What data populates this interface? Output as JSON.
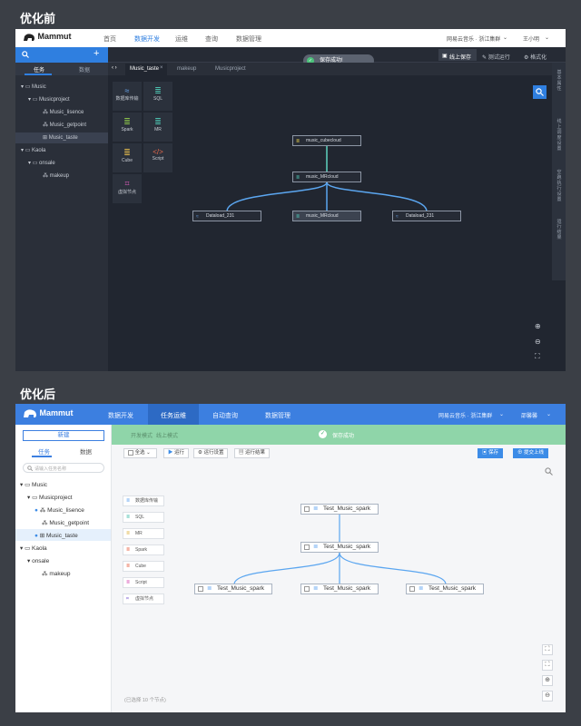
{
  "titles": {
    "before": "优化前",
    "after": "优化后"
  },
  "before": {
    "logo": "Mammut",
    "nav": [
      "首页",
      "数据开发",
      "运维",
      "查询",
      "数据管理"
    ],
    "cluster": "网易云音乐 · 浙江集群",
    "user": "王小明",
    "side_tabs": [
      "任务",
      "数据"
    ],
    "tree": [
      "Music",
      "Musicproject",
      "Music_lisence",
      "Music_getpoint",
      "Music_taste",
      "Kaola",
      "onsale",
      "makeup"
    ],
    "toast": "保存成功!",
    "toolbar": [
      "线上保存",
      "测试运行",
      "格式化"
    ],
    "tabs": [
      "Music_taste",
      "makeup",
      "Musicproject"
    ],
    "palette": [
      "数据库传输",
      "SQL",
      "Spark",
      "MR",
      "Cube",
      "Script",
      "虚拟节点"
    ],
    "nodes": [
      "music_cubecloud",
      "music_MRcloud",
      "Dataload_231",
      "music_MRcloud",
      "Dataload_231"
    ],
    "right_panel": [
      "基本属性",
      "线上调度设置",
      "空跑执行设置",
      "运行结果"
    ]
  },
  "after": {
    "logo": "Mammut",
    "nav": [
      "数据开发",
      "任务运维",
      "自动查询",
      "数据管理"
    ],
    "cluster": "网易云音乐 · 浙江集群",
    "user": "邵馨馨",
    "new_button": "新建",
    "side_tabs": [
      "任务",
      "数据"
    ],
    "search_placeholder": "请输入任务名称",
    "tree": [
      "Music",
      "Musicproject",
      "Music_lisence",
      "Music_getpoint",
      "Music_taste",
      "Kaola",
      "onsale",
      "makeup"
    ],
    "mode_tabs": [
      "开发模式",
      "线上模式"
    ],
    "toast": "保存成功",
    "select_all": "全选",
    "actions": [
      "运行",
      "运行设置",
      "运行结果"
    ],
    "save": "保存",
    "submit": "提交上线",
    "palette": [
      "数据库传输",
      "SQL",
      "MR",
      "Spark",
      "Cube",
      "Script",
      "虚拟节点"
    ],
    "nodes": [
      "Test_Music_spark",
      "Test_Music_spark",
      "Test_Music_spark",
      "Test_Music_spark",
      "Test_Music_spark"
    ],
    "footer": "(已选择 10 个节点)",
    "colors": {
      "primary": "#3c7fe0",
      "success": "#8fd5a9"
    }
  }
}
